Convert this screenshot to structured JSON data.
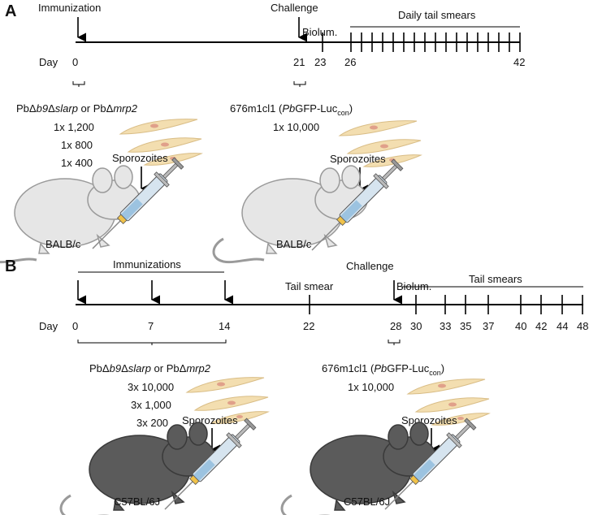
{
  "panel_a": {
    "letter": "A",
    "immunization_label": "Immunization",
    "challenge_label": "Challenge",
    "biolum_label": "Biolum.",
    "smears_label": "Daily tail smears",
    "day_label": "Day",
    "days": [
      "0",
      "21",
      "23",
      "26",
      "42"
    ],
    "strain_prefix": "PbΔ",
    "strain_b9": "b9",
    "strain_delta2": "Δ",
    "strain_slarp": "slarp",
    "strain_or": " or PbΔ",
    "strain_mrp2": "mrp2",
    "doses": [
      "1x 1,200",
      "1x 800",
      "1x 400"
    ],
    "challenge_strain_1": "676m1cl1 (",
    "challenge_strain_pb": "Pb",
    "challenge_strain_2": "GFP-Luc",
    "challenge_strain_sub": "con",
    "challenge_strain_3": ")",
    "challenge_dose": "1x 10,000",
    "sporozoites_1": "Sporozoites",
    "sporozoites_2": "Sporozoites",
    "mouse_1": "BALB/c",
    "mouse_2": "BALB/c"
  },
  "panel_b": {
    "letter": "B",
    "immunizations_label": "Immunizations",
    "challenge_label": "Challenge",
    "tail_smear_label": "Tail smear",
    "biolum_label": "Biolum.",
    "smears_label": "Tail smears",
    "day_label": "Day",
    "days": [
      "0",
      "7",
      "14",
      "22",
      "28",
      "30",
      "33",
      "35",
      "37",
      "40",
      "42",
      "44",
      "48"
    ],
    "strain_prefix": "PbΔ",
    "strain_b9": "b9",
    "strain_delta2": "Δ",
    "strain_slarp": "slarp",
    "strain_or": " or PbΔ",
    "strain_mrp2": "mrp2",
    "doses": [
      "3x 10,000",
      "3x 1,000",
      "3x 200"
    ],
    "challenge_strain_1": "676m1cl1 (",
    "challenge_strain_pb": "Pb",
    "challenge_strain_2": "GFP-Luc",
    "challenge_strain_sub": "con",
    "challenge_strain_3": ")",
    "challenge_dose": "1x 10,000",
    "sporozoites_1": "Sporozoites",
    "sporozoites_2": "Sporozoites",
    "mouse_1": "C57BL/6J",
    "mouse_2": "C57BL/6J"
  },
  "colors": {
    "line": "#000000",
    "mouse_white": "#e6e6e6",
    "mouse_gray": "#5b5b5b",
    "sporozoite": "#f3deb0",
    "syringe_barrel": "#d6e4ef",
    "syringe_fluid": "#9cc3e0"
  }
}
